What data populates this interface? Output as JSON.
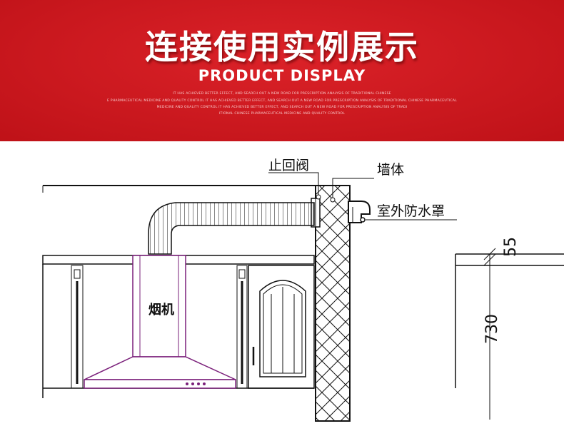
{
  "header": {
    "title_zh": "连接使用实例展示",
    "title_en": "PRODUCT DISPLAY",
    "fine_lines": [
      "IT HAS ACHIEVED BETTER EFFECT, AND SEARCH OUT A NEW ROAD FOR PRESCRIPTION ANALYSIS OF TRADITIONAL CHINESE",
      "E PHARMACEUTICAL MEDICINE AND QUALITY CONTROL IT HAS ACHIEVED BETTER EFFECT, AND SEARCH OUT A NEW ROAD FOR PRESCRIPTION ANALYSIS OF TRADITIONAL CHINESE PHARMACEUTICAL",
      "MEDICINE AND QUALITY CONTROL IT HAS ACHIEVED BETTER EFFECT, AND SEARCH OUT A NEW ROAD FOR PRESCRIPTION ANALYSIS OF TRADI",
      "ITIONAL CHINESE PHARMACEUTICAL MEDICINE AND QUALITY CONTROL"
    ]
  },
  "diagram": {
    "labels": {
      "check_valve": "止回阀",
      "wall": "墙体",
      "outdoor_cover": "室外防水罩",
      "hood": "烟机"
    },
    "dimensions": {
      "top": "55",
      "height": "730"
    },
    "colors": {
      "banner": "#d9141b",
      "line": "#111111",
      "hood_outline": "#7a1f7a"
    }
  }
}
